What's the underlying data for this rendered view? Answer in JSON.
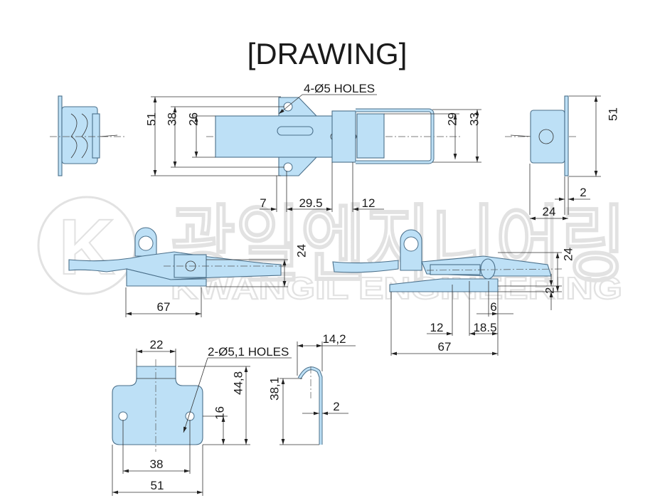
{
  "title": "[DRAWING]",
  "watermark": {
    "korean": "광일엔지니어링",
    "english": "KWANGIL ENGINEERING",
    "logo": "K"
  },
  "top_view": {
    "holes_note": "4-Ø5 HOLES",
    "dims": {
      "d51": "51",
      "d38": "38",
      "d26": "26",
      "d29": "29",
      "d33": "33",
      "d7": "7",
      "d29_5": "29.5",
      "d12": "12"
    }
  },
  "right_view": {
    "dims": {
      "d51": "51",
      "d2": "2",
      "d24": "24"
    }
  },
  "side_left": {
    "dims": {
      "d24": "24",
      "d67": "67"
    }
  },
  "side_right": {
    "dims": {
      "d24": "24",
      "d2": "2",
      "d6": "6",
      "d12": "12",
      "d18_5": "18.5",
      "d67": "67"
    }
  },
  "striker": {
    "holes_note": "2-Ø5,1 HOLES",
    "dims": {
      "d22": "22",
      "d44_8": "44,8",
      "d16": "16",
      "d38": "38",
      "d51": "51"
    }
  },
  "hook": {
    "dims": {
      "d14_2": "14,2",
      "d38_1": "38,1",
      "d2": "2"
    }
  },
  "colors": {
    "part_fill": "#bde0f6",
    "outline": "#4a6f8a"
  }
}
